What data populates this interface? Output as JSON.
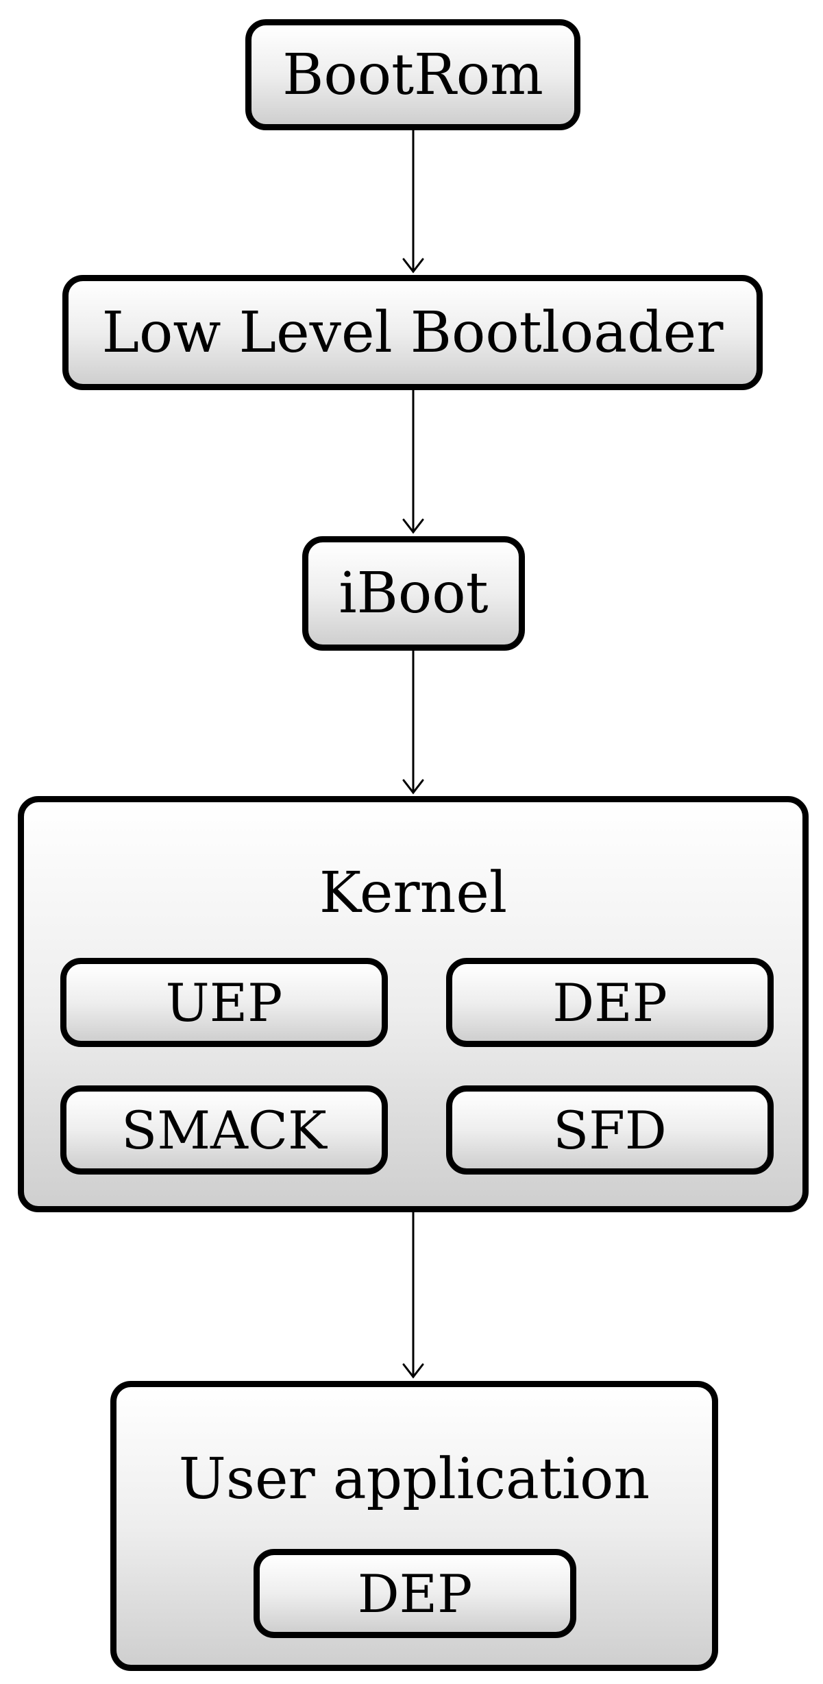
{
  "nodes": {
    "bootrom": "BootRom",
    "low_level_bootloader": "Low Level Bootloader",
    "iboot": "iBoot",
    "kernel": {
      "label": "Kernel",
      "modules": [
        "UEP",
        "DEP",
        "SMACK",
        "SFD"
      ]
    },
    "user_application": {
      "label": "User application",
      "modules": [
        "DEP"
      ]
    }
  },
  "edges": [
    [
      "BootRom",
      "Low Level Bootloader"
    ],
    [
      "Low Level Bootloader",
      "iBoot"
    ],
    [
      "iBoot",
      "Kernel"
    ],
    [
      "Kernel",
      "User application"
    ]
  ]
}
